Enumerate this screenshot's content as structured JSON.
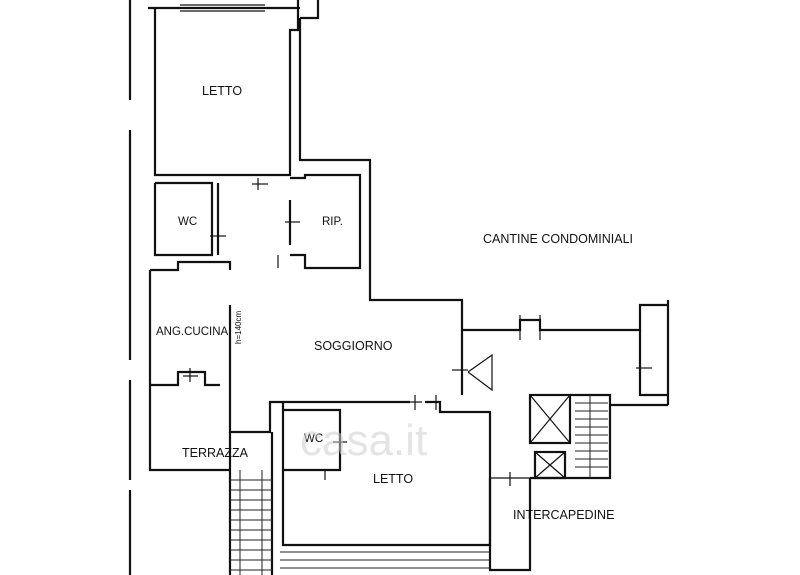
{
  "rooms": {
    "letto_top": "LETTO",
    "wc_top": "WC",
    "rip": "RIP.",
    "cantine": "CANTINE CONDOMINIALI",
    "ang_cucina": "ANG.CUCINA",
    "height_note": "h=140cm",
    "soggiorno": "SOGGIORNO",
    "wc_bottom": "WC",
    "terrazza": "TERRAZZA",
    "letto_bottom": "LETTO",
    "intercapedine": "INTERCAPEDINE"
  },
  "watermark": "casa.it"
}
